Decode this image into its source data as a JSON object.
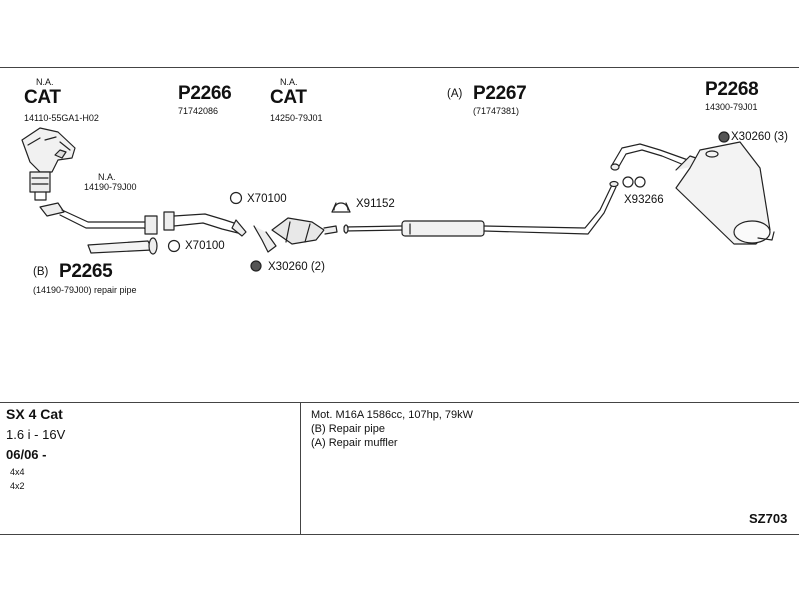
{
  "parts": {
    "cat1": {
      "na": "N.A.",
      "name": "CAT",
      "number": "14110-55GA1-H02"
    },
    "p2266": {
      "name": "P2266",
      "number": "71742086"
    },
    "cat2": {
      "na": "N.A.",
      "name": "CAT",
      "number": "14250-79J01"
    },
    "p2267": {
      "prefix": "(A)",
      "name": "P2267",
      "number": "(71747381)"
    },
    "p2268": {
      "name": "P2268",
      "number": "14300-79J01"
    },
    "pipe_na": {
      "na": "N.A.",
      "number": "14190-79J00"
    },
    "p2265": {
      "prefix": "(B)",
      "name": "P2265",
      "number": "(14190-79J00) repair pipe"
    }
  },
  "accessories": {
    "x30260_3": "X30260 (3)",
    "x93266": "X93266",
    "x70100_a": "X70100",
    "x70100_b": "X70100",
    "x91152": "X91152",
    "x30260_2": "X30260 (2)"
  },
  "vehicle": {
    "model": "SX 4 Cat",
    "engine": "1.6 i - 16V",
    "date": "06/06 -",
    "drive_1": "4x4",
    "drive_2": "4x2"
  },
  "notes": {
    "line1": "Mot. M16A 1586cc, 107hp, 79kW",
    "line2": "(B) Repair pipe",
    "line3": "(A) Repair muffler"
  },
  "reference": "SZ703"
}
